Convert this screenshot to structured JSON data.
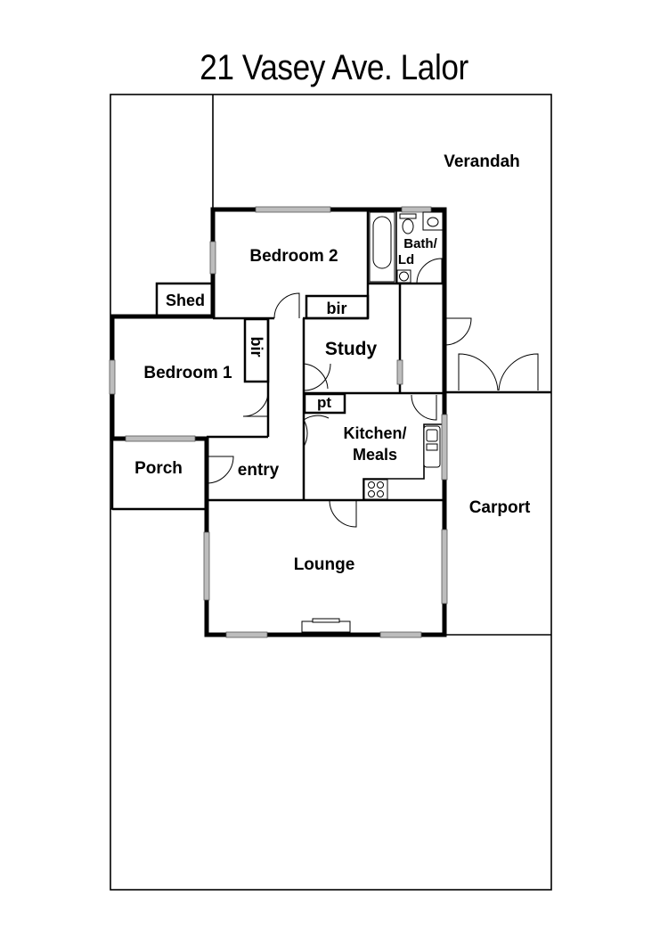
{
  "title": "21 Vasey Ave. Lalor",
  "rooms": {
    "verandah": "Verandah",
    "bedroom2": "Bedroom 2",
    "bath_line1": "Bath/",
    "bath_line2": "Ld",
    "shed": "Shed",
    "bir_bedroom2": "bir",
    "bedroom1": "Bedroom 1",
    "bir_bedroom1": "bir",
    "study": "Study",
    "pt": "pt",
    "kitchen_line1": "Kitchen/",
    "kitchen_line2": "Meals",
    "porch": "Porch",
    "entry": "entry",
    "carport": "Carport",
    "lounge": "Lounge"
  },
  "colors": {
    "wall": "#000000",
    "window": "#bdbdbd",
    "background": "#ffffff"
  }
}
